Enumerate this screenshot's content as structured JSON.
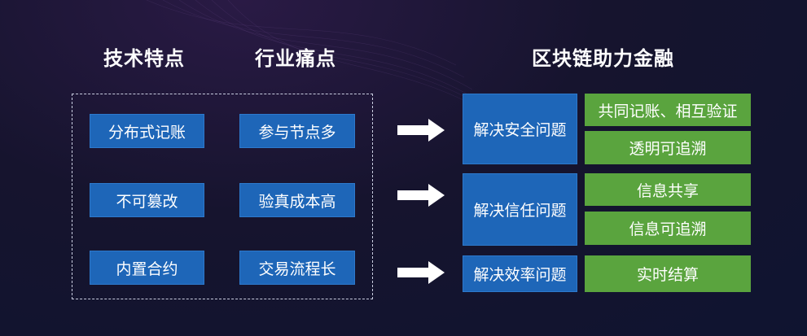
{
  "headings": {
    "tech_features": "技术特点",
    "industry_pain": "行业痛点",
    "blockchain_finance": "区块链助力金融"
  },
  "left_column": [
    "分布式记账",
    "不可篡改",
    "内置合约"
  ],
  "middle_column": [
    "参与节点多",
    "验真成本高",
    "交易流程长"
  ],
  "solutions": [
    {
      "label": "解决安全问题",
      "details": [
        "共同记账、相互验证",
        "透明可追溯"
      ]
    },
    {
      "label": "解决信任问题",
      "details": [
        "信息共享",
        "信息可追溯"
      ]
    },
    {
      "label": "解决效率问题",
      "details": [
        "实时结算"
      ]
    }
  ],
  "colors": {
    "box_blue": "#1e66b8",
    "box_green": "#5aa43e",
    "arrow": "#ffffff",
    "frame": "#c9cde0"
  },
  "icons": [
    "right-arrow-icon"
  ]
}
